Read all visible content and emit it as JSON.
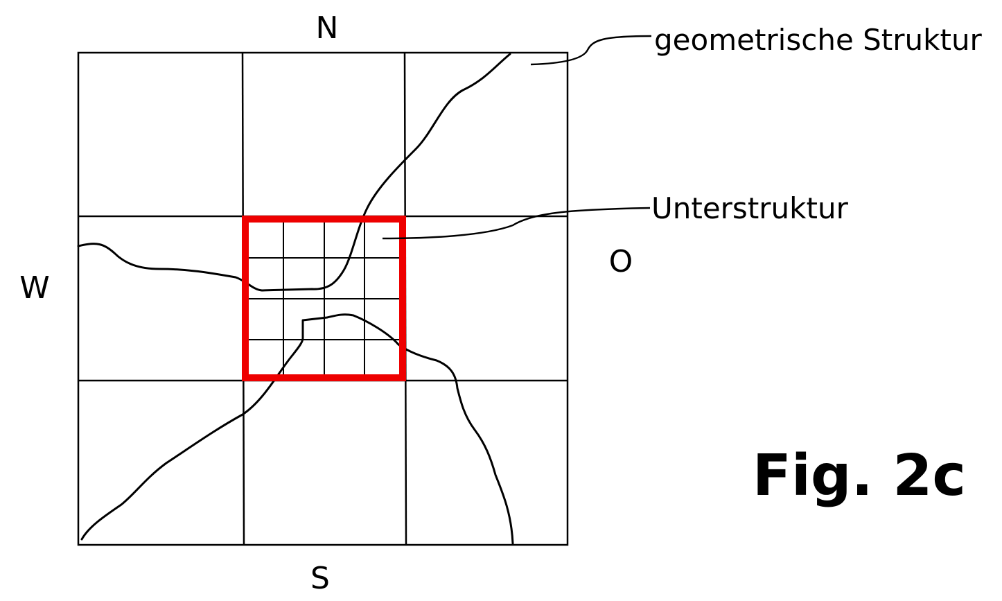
{
  "compass": {
    "north": "N",
    "south": "S",
    "west": "W",
    "east": "O"
  },
  "callouts": {
    "geometric_structure": "geometrische Struktur",
    "substructure": "Unterstruktur"
  },
  "figure_label": "Fig. 2c",
  "colors": {
    "lines": "#000000",
    "substructure_frame": "#ee0000",
    "background": "#ffffff"
  }
}
